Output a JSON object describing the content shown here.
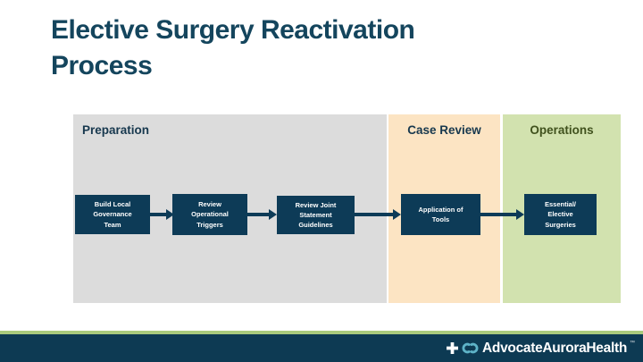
{
  "title": {
    "text": "Elective Surgery Reactivation\nProcess"
  },
  "columns": [
    {
      "id": "preparation",
      "label": "Preparation",
      "bg": "#dcdcdc",
      "label_color": "#17384e"
    },
    {
      "id": "case-review",
      "label": "Case Review",
      "bg": "#fce4c3",
      "label_color": "#17384e"
    },
    {
      "id": "operations",
      "label": "Operations",
      "bg": "#d2e2af",
      "label_color": "#40511d"
    }
  ],
  "flow": {
    "box_bg": "#0d3b57",
    "box_text_color": "#ffffff",
    "arrow_color": "#0d3b57",
    "steps": [
      {
        "label": "Build Local\nGovernance\nTeam",
        "column": "preparation"
      },
      {
        "label": "Review\nOperational\nTriggers",
        "column": "preparation"
      },
      {
        "label": "Review Joint\nStatement\nGuidelines",
        "column": "preparation"
      },
      {
        "label": "Application of\nTools",
        "column": "case-review"
      },
      {
        "label": "Essential/\nElective\nSurgeries",
        "column": "operations"
      }
    ]
  },
  "footer": {
    "brand": "AdvocateAuroraHealth",
    "trademark": "™",
    "bar_color": "#0d3a53",
    "strip_color": "#a9ca7d",
    "icons": [
      "cross-icon",
      "interlocking-rings-icon"
    ],
    "icon_accent_color": "#5eb3c8"
  },
  "colors": {
    "title_text": "#14455d",
    "page_background": "#ffffff"
  }
}
